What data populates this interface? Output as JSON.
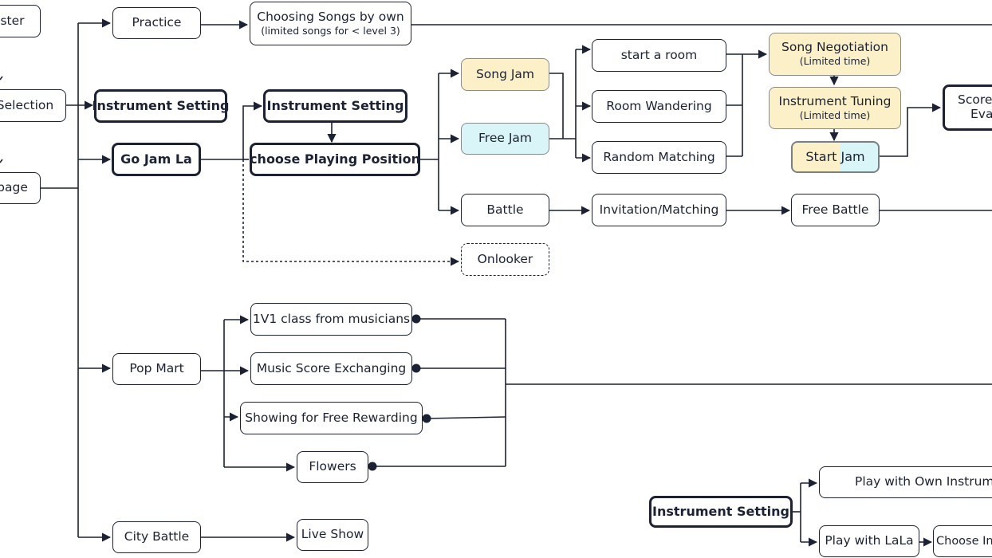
{
  "nodes": {
    "master": "ster",
    "selection": "Selection",
    "homepage": "page",
    "practice": "Practice",
    "choosing_songs_title": "Choosing Songs by own",
    "choosing_songs_note": "(limited songs for < level 3)",
    "instrument_setting_left": "Instrument Setting",
    "instrument_setting_mid": "Instrument Setting",
    "go_jam_la": "Go Jam La",
    "choose_playing_position": "choose Playing Position",
    "song_jam": "Song Jam",
    "free_jam": "Free Jam",
    "battle": "Battle",
    "onlooker": "Onlooker",
    "start_a_room": "start a room",
    "room_wandering": "Room Wandering",
    "random_matching": "Random Matching",
    "invitation_matching": "Invitation/Matching",
    "free_battle": "Free Battle",
    "song_negotiation_title": "Song Negotiation",
    "song_negotiation_note": "(Limited time)",
    "instrument_tuning_title": "Instrument Tuning",
    "instrument_tuning_note": "(Limited time)",
    "start_jam": "Start Jam",
    "score_top": "Score",
    "score_bottom": "Eva",
    "pop_mart": "Pop Mart",
    "class_1v1": "1V1 class from musicians",
    "music_score_exchanging": "Music Score Exchanging",
    "showing_free_rewarding": "Showing for Free Rewarding",
    "flowers": "Flowers",
    "city_battle": "City Battle",
    "live_show": "Live Show",
    "instrument_setting_bottom": "Instrument Setting",
    "play_with_own_instrument": "Play with Own Instrume",
    "play_with_lala": "Play with LaLa",
    "choose_instrument": "Choose Ins"
  },
  "colors": {
    "stroke": "#1c2233",
    "highlight_yellow": "#fbf0c8",
    "highlight_cyan": "#d9f5f7",
    "muted_border": "#8a8a8a"
  }
}
